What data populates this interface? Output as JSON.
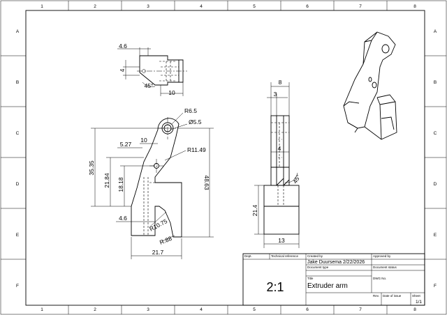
{
  "zones": {
    "columns": [
      "1",
      "2",
      "3",
      "4",
      "5",
      "6",
      "7",
      "8"
    ],
    "rows": [
      "A",
      "B",
      "C",
      "D",
      "E",
      "F"
    ]
  },
  "dimensions": {
    "top_view": [
      "4.6",
      "4",
      "45°",
      "10"
    ],
    "front_view": [
      "R6.5",
      "Ø5.5",
      "10",
      "5.27",
      "R11.49",
      "35.35",
      "21.84",
      "18.18",
      "48.63",
      "4.6",
      "R10.75",
      "R.88",
      "21.7"
    ],
    "side_view": [
      "8",
      "3",
      "4",
      "45°",
      "21.4",
      "13"
    ]
  },
  "title_block": {
    "dept_label": "Dept.",
    "tech_ref_label": "Technical reference",
    "created_by_label": "Created by",
    "created_by_value": "Jake Duursema  2/22/2026",
    "approved_by_label": "Approved by",
    "doc_type_label": "Document type",
    "doc_status_label": "Document status",
    "scale": "2:1",
    "title_label": "Title",
    "title_value": "Extruder arm",
    "dwg_no_label": "DWG No.",
    "rev_label": "Rev.",
    "date_label": "Date of issue",
    "sheet_label": "Sheet",
    "sheet_value": "1/1"
  }
}
